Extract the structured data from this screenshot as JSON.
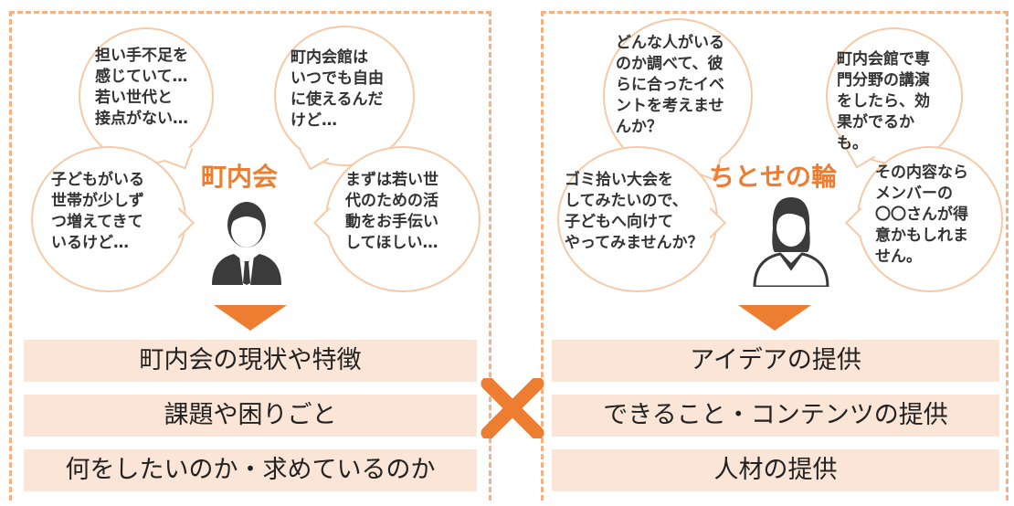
{
  "left": {
    "org_name": "町内会",
    "bubbles": [
      "担い手不足を\n感じていて…\n若い世代と\n接点がない…",
      "町内会館は\nいつでも自由\nに使えるんだ\nけど…",
      "子どもがいる\n世帯が少しず\nつ増えてきて\nいるけど…",
      "まずは若い世\n代のための活\n動をお手伝い\nしてほしい…"
    ],
    "bars": [
      "町内会の現状や特徴",
      "課題や困りごと",
      "何をしたいのか・求めているのか"
    ]
  },
  "right": {
    "org_name": "ちとせの輪",
    "bubbles": [
      "どんな人がいる\nのか調べて、彼\nらに合ったイベ\nントを考えませ\nんか？",
      "町内会館で専\n門分野の講演\nをしたら、効\n果がでるか\nも。",
      "ゴミ拾い大会を\nしてみたいので、\n子どもへ向けて\nやってみませんか？",
      "その内容なら\nメンバーの\n〇〇さんが得\n意かもしれま\nせん。"
    ],
    "bars": [
      "アイデアの提供",
      "できること・コンテンツの提供",
      "人材の提供"
    ]
  },
  "colors": {
    "accent": "#ed7d31",
    "bar_bg": "#fbe5d6",
    "border": "#f4b183",
    "person": "#3b3b3b"
  },
  "icons": {
    "cross": "cross-mark-icon",
    "arrow": "down-triangle-icon"
  }
}
